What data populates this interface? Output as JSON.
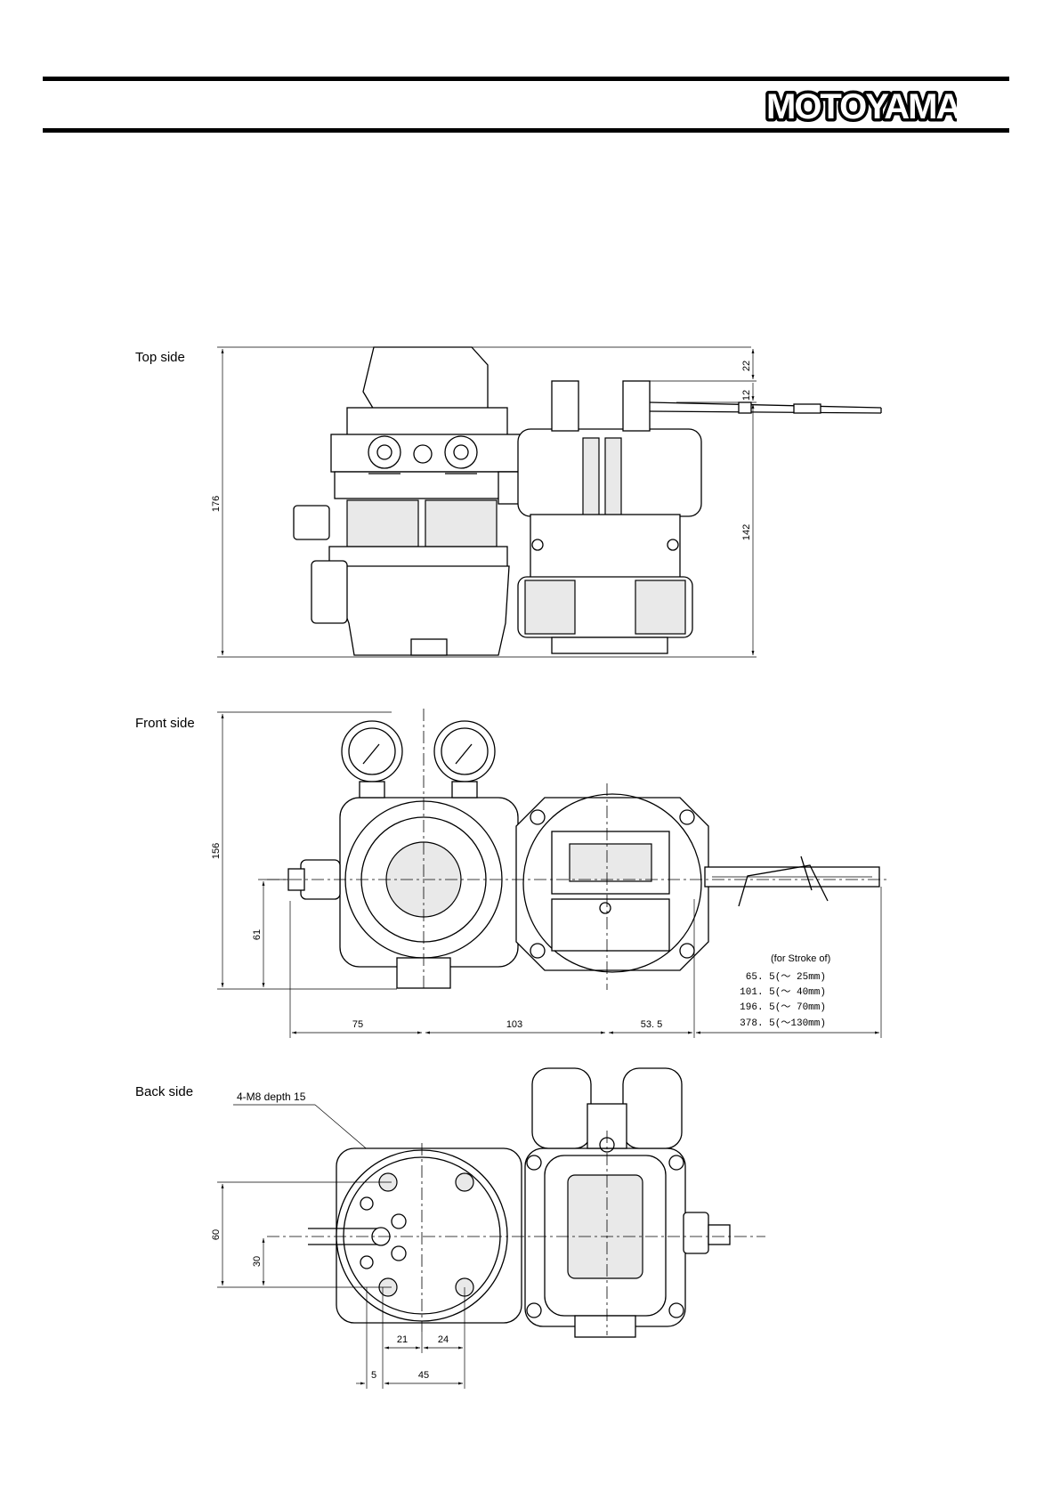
{
  "header": {
    "brand": "MOTOYAMA"
  },
  "views": {
    "top": {
      "label": "Top side",
      "dims": {
        "overall_height": "176",
        "d22": "22",
        "d12": "12",
        "d142": "142"
      }
    },
    "front": {
      "label": "Front side",
      "dims": {
        "overall_height": "156",
        "d61": "61",
        "d75": "75",
        "d103": "103",
        "d53": "53. 5"
      },
      "stroke_note": {
        "heading": "(for Stroke of)",
        "rows": [
          "65. 5(～ 25mm)",
          "101. 5(～ 40mm)",
          "196. 5(～ 70mm)",
          "378. 5(～130mm)"
        ]
      }
    },
    "back": {
      "label": "Back side",
      "callout": "4-M8 depth 15",
      "dims": {
        "d60": "60",
        "d30": "30",
        "d21": "21",
        "d24": "24",
        "d5": "5",
        "d45": "45"
      }
    }
  }
}
